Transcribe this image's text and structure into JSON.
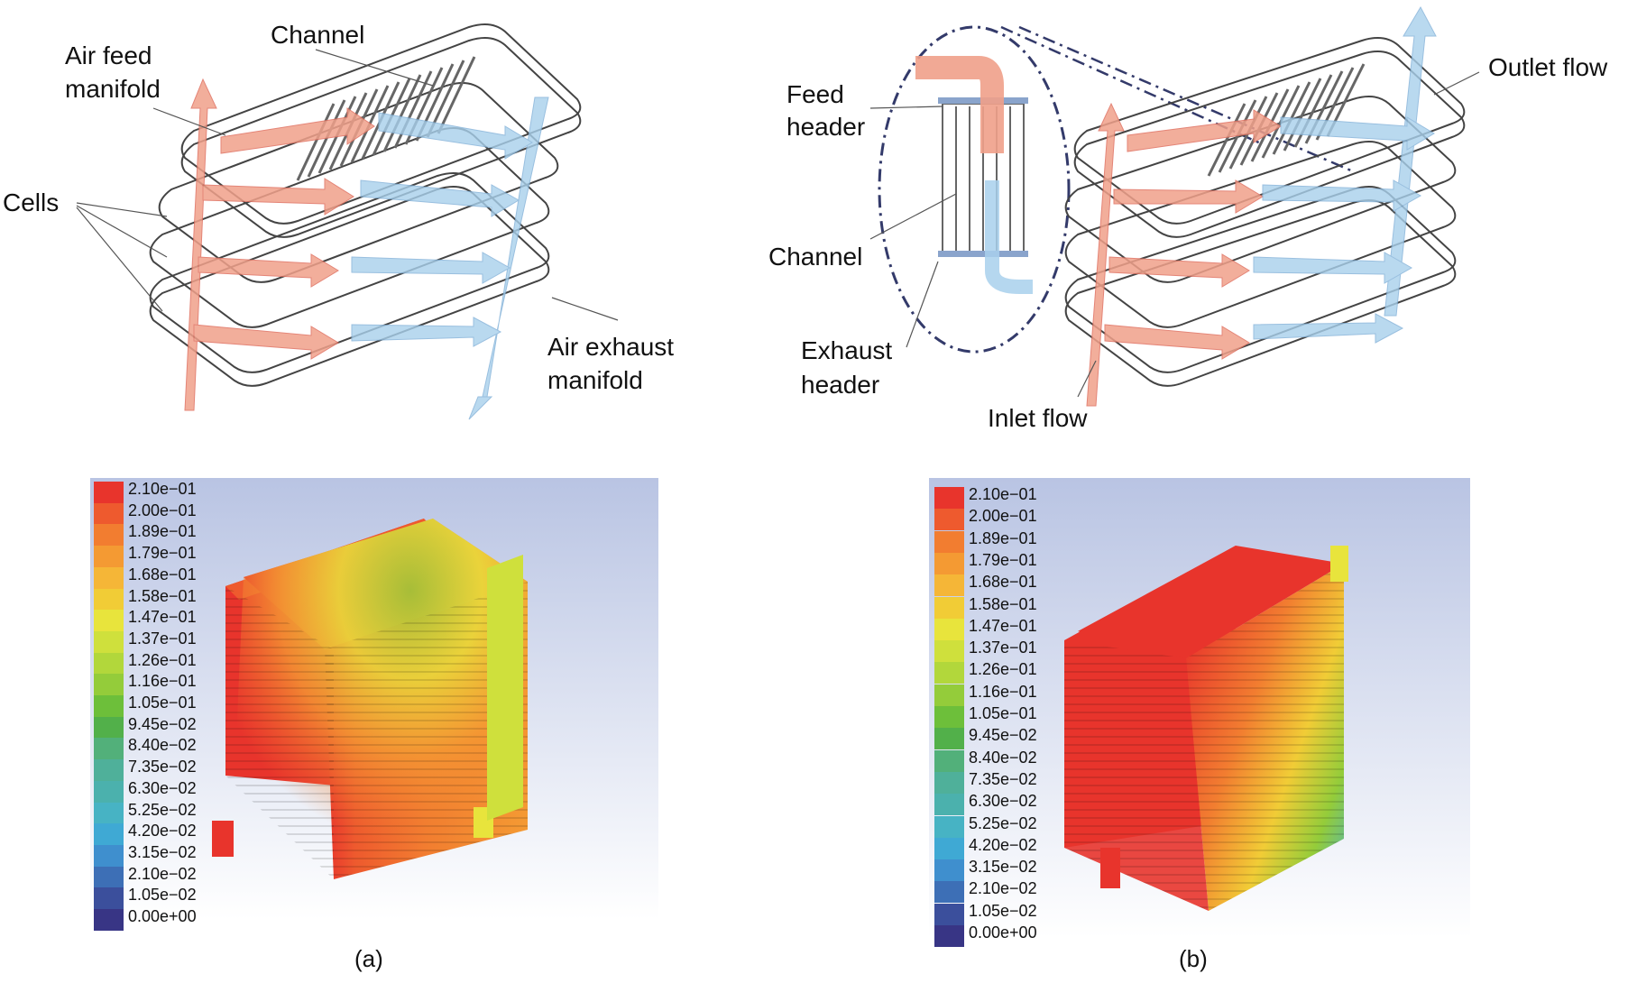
{
  "panel_a": {
    "labels": {
      "channel": "Channel",
      "air_feed": [
        "Air feed",
        "manifold"
      ],
      "cells": "Cells",
      "air_exhaust": [
        "Air exhaust",
        "manifold"
      ]
    },
    "caption": "(a)"
  },
  "panel_b": {
    "labels": {
      "feed_header": [
        "Feed",
        "header"
      ],
      "channel": "Channel",
      "exhaust_header": [
        "Exhaust",
        "header"
      ],
      "inlet_flow": "Inlet flow",
      "outlet_flow": "Outlet flow"
    },
    "caption": "(b)"
  },
  "legend": {
    "values": [
      "2.10e−01",
      "2.00e−01",
      "1.89e−01",
      "1.79e−01",
      "1.68e−01",
      "1.58e−01",
      "1.47e−01",
      "1.37e−01",
      "1.26e−01",
      "1.16e−01",
      "1.05e−01",
      "9.45e−02",
      "8.40e−02",
      "7.35e−02",
      "6.30e−02",
      "5.25e−02",
      "4.20e−02",
      "3.15e−02",
      "2.10e−02",
      "1.05e−02",
      "0.00e+00"
    ],
    "colors": [
      "#e8342c",
      "#ee5a2e",
      "#f27d30",
      "#f49a33",
      "#f5b637",
      "#f1cc36",
      "#e8e43c",
      "#cfe03c",
      "#b2d73b",
      "#94cc3a",
      "#6dbf3a",
      "#52b04a",
      "#52b07a",
      "#4fb09a",
      "#4bb1ad",
      "#47b3c4",
      "#3fa9d4",
      "#3f8fce",
      "#3d6fb6",
      "#3b4f9c",
      "#383585"
    ]
  },
  "colors": {
    "feed_arrow": "#f0a08a",
    "exhaust_arrow": "#a8d0ec",
    "line": "#555555",
    "plot_bg_top": "#b9c4e3",
    "plot_bg_bottom": "#ffffff"
  }
}
